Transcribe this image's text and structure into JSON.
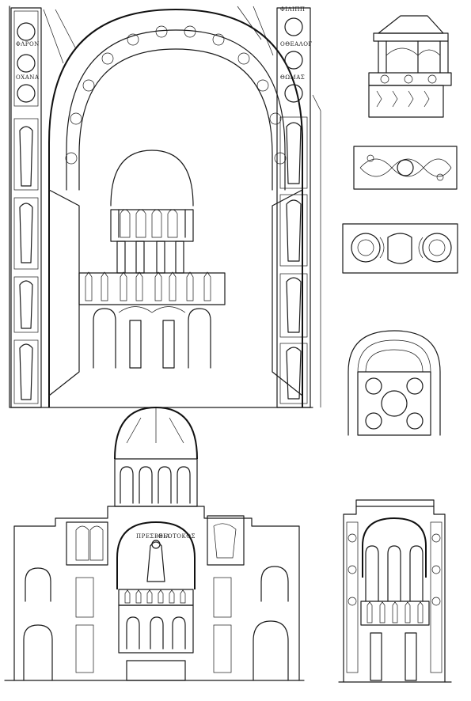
{
  "plate": {
    "inscriptions": {
      "left_pier_top": "ΦΛΡΟΝ",
      "left_pier_mid": "ΟΧΑΝΑ",
      "right_pier_top": "ΦΙΛΙΠΠ",
      "right_pier_mid": "ΟΘΕΑΛΟΓ",
      "right_pier_low": "ΘΩΜΑΣ",
      "apse_arch": "ΠΡΕΣΒΕΙΑ",
      "apse_arch_2": "ΘΕΟΤΟΚΟΣ"
    }
  },
  "palette": {
    "ink": "#1a1a1a",
    "paper": "#ffffff"
  }
}
